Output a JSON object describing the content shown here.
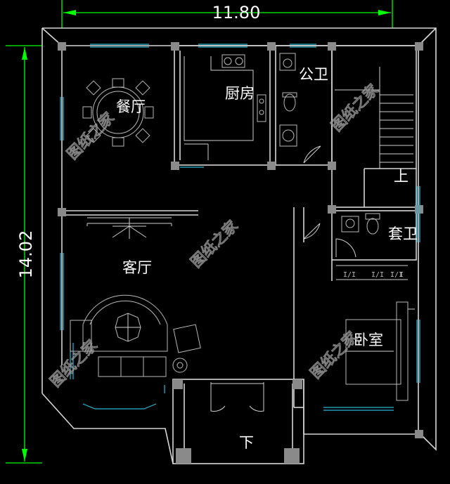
{
  "dimensions": {
    "width": "11.80",
    "depth": "14.02"
  },
  "rooms": {
    "dining": "餐厅",
    "kitchen": "厨房",
    "public_bath": "公卫",
    "stair_up": "上",
    "suite_bath": "套卫",
    "living": "客厅",
    "bedroom": "卧室",
    "stair_down": "下"
  },
  "watermark": "图纸之家",
  "colors": {
    "background": "#000000",
    "wall": "#d6d6d6",
    "window": "#2bb7d6",
    "dimension": "#00ff00"
  }
}
